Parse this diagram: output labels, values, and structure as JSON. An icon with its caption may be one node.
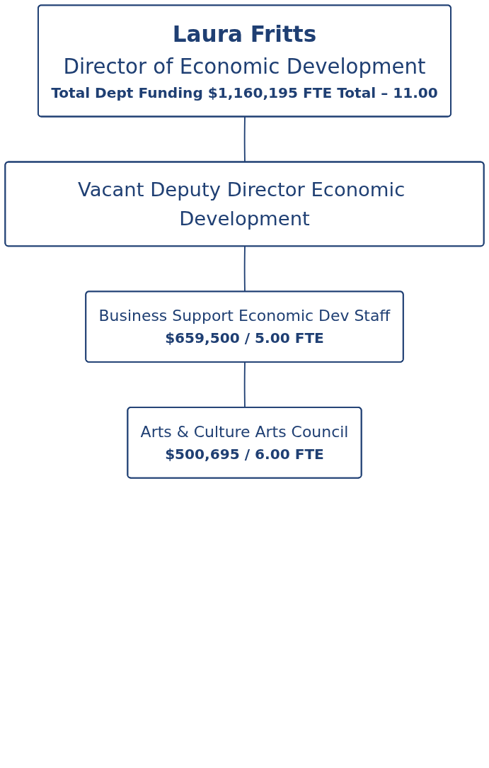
{
  "diagram": {
    "nodes": [
      {
        "text": [
          "Laura Fritts",
          "Director of Economic Development",
          "Total Dept Funding $1,160,195 FTE Total – 11.00"
        ]
      },
      {
        "text": [
          "Vacant Deputy Director Economic Development"
        ]
      },
      {
        "text": [
          "Business Support Economic Dev Staff",
          "$659,500 / 5.00 FTE"
        ]
      },
      {
        "text": [
          "Arts & Culture Arts Council",
          "$500,695 / 6.00 FTE"
        ]
      }
    ],
    "edges": [
      {
        "from": 0,
        "to": 1,
        "arrow": "none"
      },
      {
        "from": 1,
        "to": 2,
        "arrow": "none"
      },
      {
        "from": 2,
        "to": 3,
        "arrow": "none"
      }
    ]
  }
}
